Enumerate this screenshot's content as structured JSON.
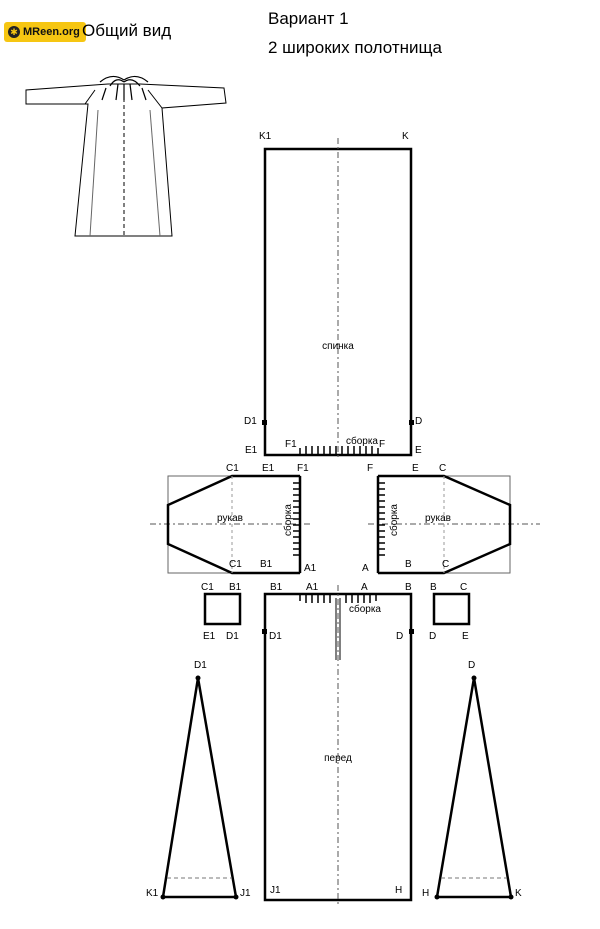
{
  "watermark": {
    "text": "MReen.org",
    "icon": "shield-icon"
  },
  "header": {
    "general_view": "Общий вид",
    "variant": "Вариант 1",
    "subtitle": "2 широких полотнища"
  },
  "pieces": {
    "back": "спинка",
    "front": "перед",
    "sleeve": "рукав",
    "gather": "сборка"
  },
  "points": {
    "K1": "K1",
    "K": "K",
    "D1": "D1",
    "D": "D",
    "E1": "E1",
    "E": "E",
    "F1": "F1",
    "F": "F",
    "C1": "C1",
    "C": "C",
    "A1": "A1",
    "A": "A",
    "B1": "B1",
    "B": "B",
    "J1": "J1",
    "H": "H"
  },
  "colors": {
    "line": "#000000",
    "thin": "#444444",
    "badge": "#f6c612"
  }
}
